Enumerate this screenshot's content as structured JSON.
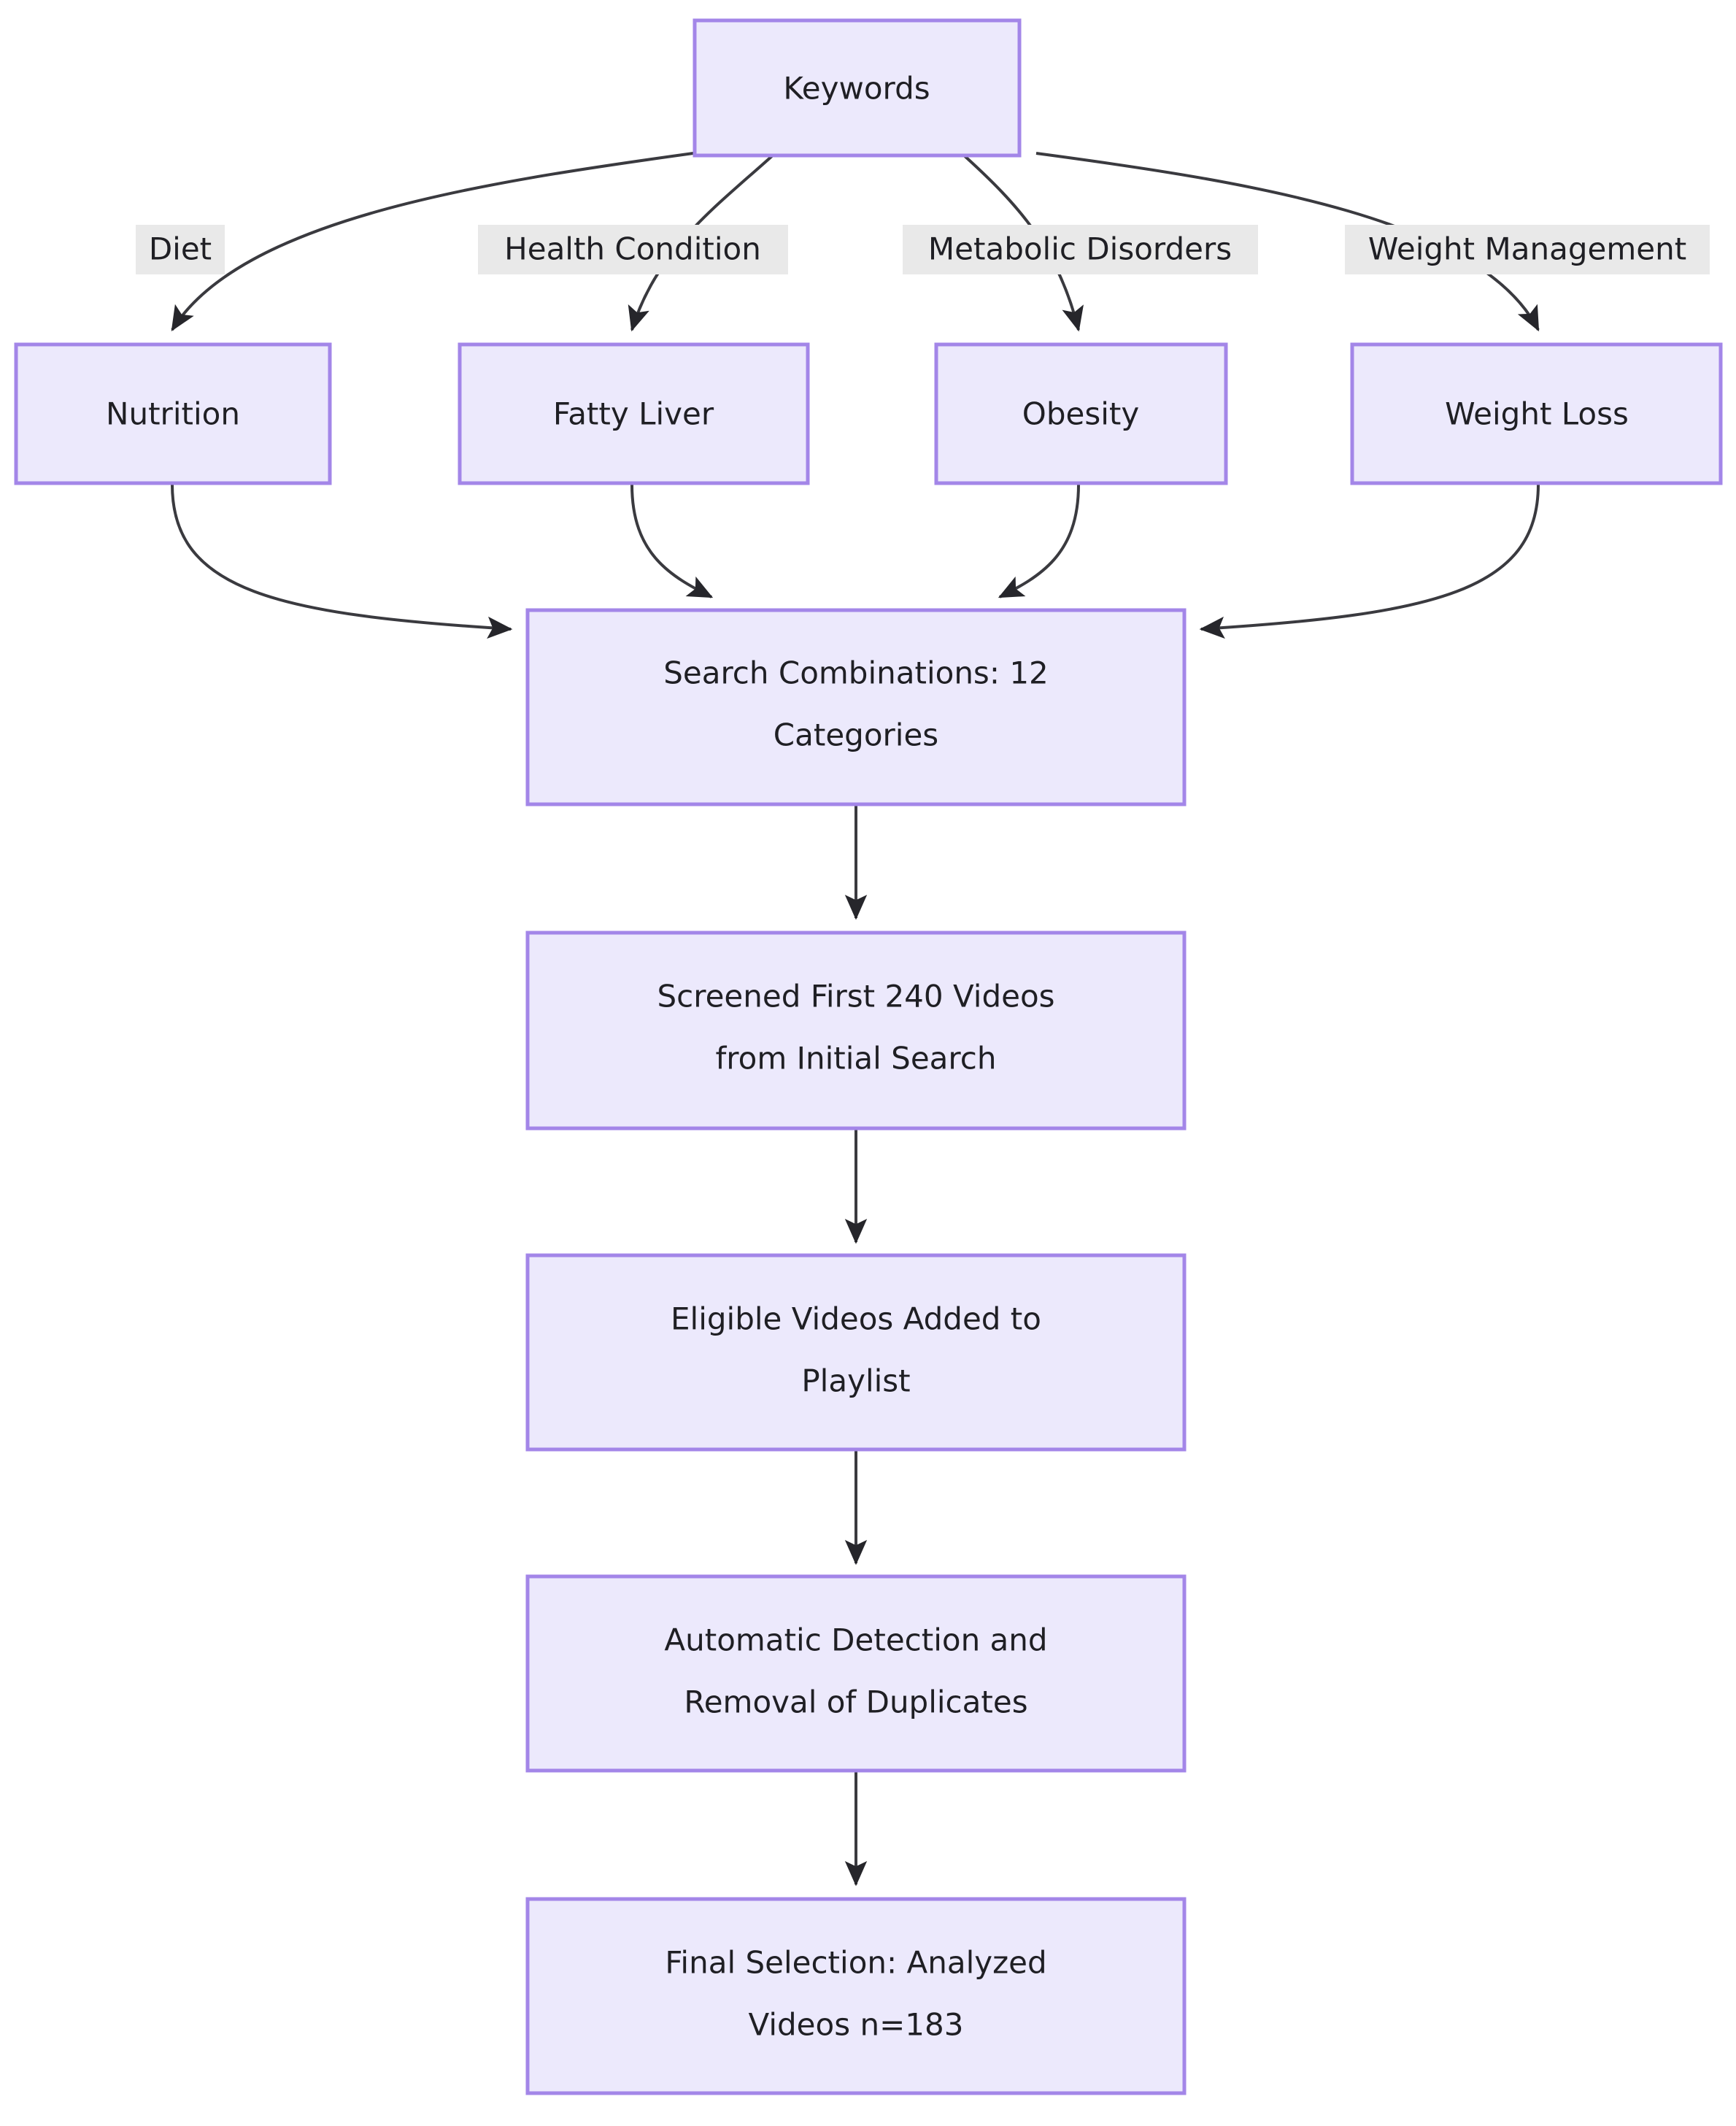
{
  "diagram": {
    "type": "flowchart",
    "direction": "top-down",
    "theme": {
      "node_fill": "#ece9fc",
      "node_border": "#a386e8",
      "edge_color": "#3a3a3f",
      "edge_label_bg": "#e9e9e9",
      "text_color": "#1f1f24",
      "background": "#ffffff"
    },
    "nodes": [
      {
        "id": "keywords",
        "label": "Keywords",
        "lines": [
          "Keywords"
        ]
      },
      {
        "id": "nutrition",
        "label": "Nutrition",
        "lines": [
          "Nutrition"
        ]
      },
      {
        "id": "fattyliver",
        "label": "Fatty Liver",
        "lines": [
          "Fatty Liver"
        ]
      },
      {
        "id": "obesity",
        "label": "Obesity",
        "lines": [
          "Obesity"
        ]
      },
      {
        "id": "weightloss",
        "label": "Weight Loss",
        "lines": [
          "Weight Loss"
        ]
      },
      {
        "id": "combos",
        "label": "Search Combinations: 12 Categories",
        "lines": [
          "Search Combinations: 12",
          "Categories"
        ]
      },
      {
        "id": "screened",
        "label": "Screened First 240 Videos from Initial Search",
        "lines": [
          "Screened First 240 Videos",
          "from Initial Search"
        ]
      },
      {
        "id": "eligible",
        "label": "Eligible Videos Added to Playlist",
        "lines": [
          "Eligible Videos Added to",
          "Playlist"
        ]
      },
      {
        "id": "duplicates",
        "label": "Automatic Detection and Removal of Duplicates",
        "lines": [
          "Automatic Detection and",
          "Removal of Duplicates"
        ]
      },
      {
        "id": "final",
        "label": "Final Selection: Analyzed Videos n=183",
        "lines": [
          "Final Selection: Analyzed",
          "Videos n=183"
        ]
      }
    ],
    "edges": [
      {
        "from": "keywords",
        "to": "nutrition",
        "label": "Diet"
      },
      {
        "from": "keywords",
        "to": "fattyliver",
        "label": "Health Condition"
      },
      {
        "from": "keywords",
        "to": "obesity",
        "label": "Metabolic Disorders"
      },
      {
        "from": "keywords",
        "to": "weightloss",
        "label": "Weight Management"
      },
      {
        "from": "nutrition",
        "to": "combos",
        "label": ""
      },
      {
        "from": "fattyliver",
        "to": "combos",
        "label": ""
      },
      {
        "from": "obesity",
        "to": "combos",
        "label": ""
      },
      {
        "from": "weightloss",
        "to": "combos",
        "label": ""
      },
      {
        "from": "combos",
        "to": "screened",
        "label": ""
      },
      {
        "from": "screened",
        "to": "eligible",
        "label": ""
      },
      {
        "from": "eligible",
        "to": "duplicates",
        "label": ""
      },
      {
        "from": "duplicates",
        "to": "final",
        "label": ""
      }
    ]
  }
}
